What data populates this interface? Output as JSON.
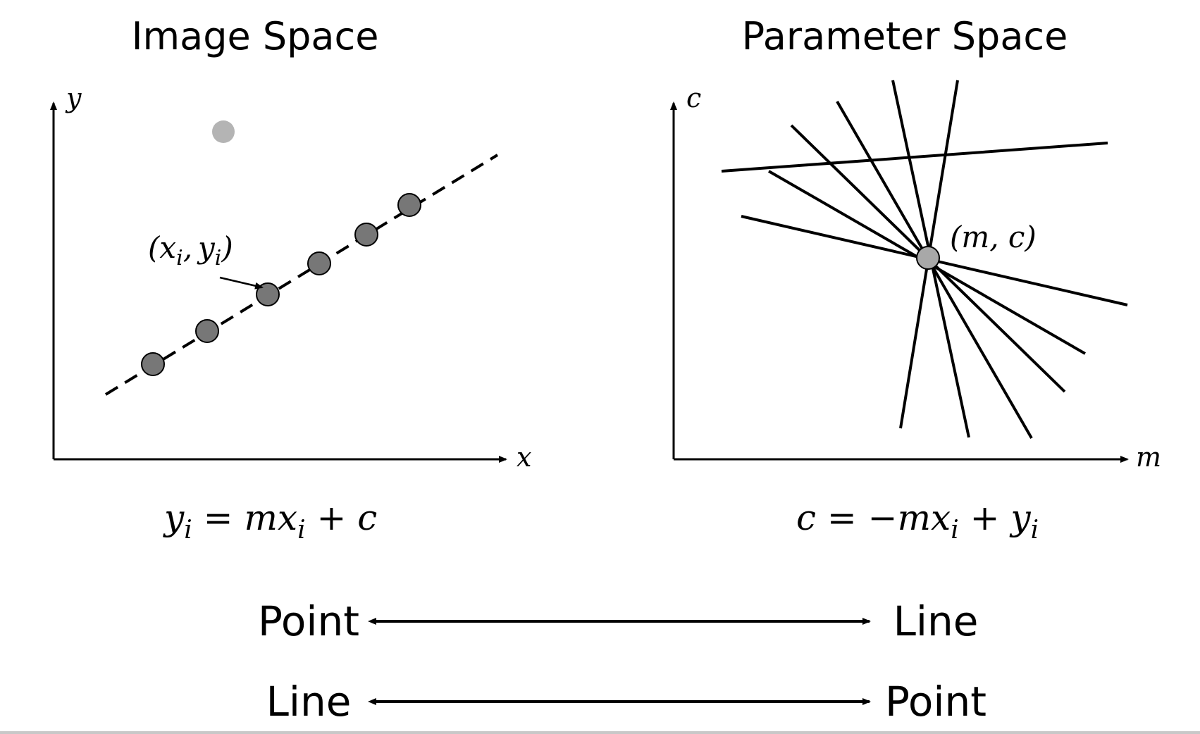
{
  "image_space": {
    "title": "Image Space",
    "x_label": "x",
    "y_label": "y",
    "point_label": {
      "open": "(",
      "x": "x",
      "comma": ",",
      "y": "y",
      "sub": "i",
      "close": ")"
    },
    "equation": {
      "y": "y",
      "sub1": "i",
      "mid": " = mx",
      "sub2": "i",
      "end": " + c"
    },
    "colors": {
      "points": "#777777",
      "outlier": "#b4b4b4",
      "line": "#000000"
    }
  },
  "parameter_space": {
    "title": "Parameter Space",
    "x_label": "m",
    "y_label": "c",
    "intersection_label": "(m, c)",
    "equation": {
      "start": "c = −mx",
      "sub1": "i",
      "mid": " + y",
      "sub2": "i"
    },
    "colors": {
      "intersection": "#a8a8a8"
    }
  },
  "mapping": [
    {
      "left": "Point",
      "right": "Line"
    },
    {
      "left": "Line",
      "right": "Point"
    }
  ]
}
